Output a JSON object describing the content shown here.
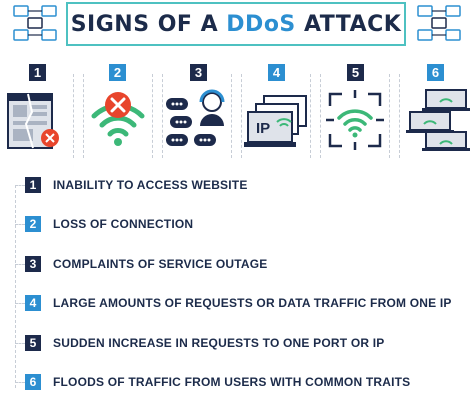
{
  "title": {
    "part1": "SIGNS OF A ",
    "accent": "DDoS",
    "part2": " ATTACK"
  },
  "colors": {
    "navy": "#1d2a4b",
    "blue": "#2c8fd1",
    "teal": "#4ec1c1",
    "green": "#3cb878",
    "red": "#e8452c"
  },
  "icons": [
    {
      "num": "1",
      "icon": "broken-browser-icon"
    },
    {
      "num": "2",
      "icon": "no-wifi-icon"
    },
    {
      "num": "3",
      "icon": "support-chat-icon"
    },
    {
      "num": "4",
      "icon": "ip-laptop-icon"
    },
    {
      "num": "5",
      "icon": "targeted-wifi-icon"
    },
    {
      "num": "6",
      "icon": "multiple-screens-icon"
    }
  ],
  "items": [
    {
      "num": "1",
      "text": "INABILITY TO ACCESS WEBSITE"
    },
    {
      "num": "2",
      "text": "LOSS OF CONNECTION"
    },
    {
      "num": "3",
      "text": "COMPLAINTS OF SERVICE OUTAGE"
    },
    {
      "num": "4",
      "text": "LARGE AMOUNTS OF REQUESTS OR DATA TRAFFIC FROM ONE IP"
    },
    {
      "num": "5",
      "text": "SUDDEN INCREASE IN REQUESTS TO ONE PORT OR IP"
    },
    {
      "num": "6",
      "text": "FLOODS OF TRAFFIC FROM USERS WITH COMMON TRAITS"
    }
  ],
  "ip_label": "IP"
}
